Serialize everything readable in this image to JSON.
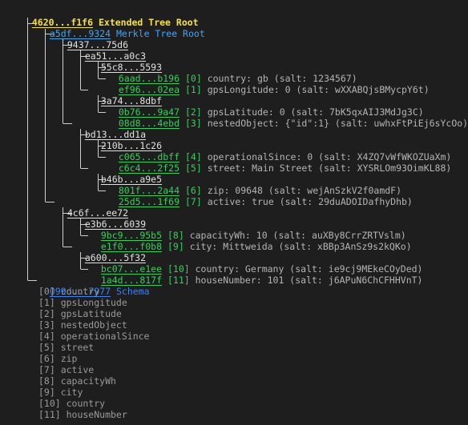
{
  "root": {
    "hash": "4620...f1f6",
    "label": "Extended Tree Root"
  },
  "merkle_root": {
    "hash": "a5df...9324",
    "label": "Merkle Tree Root"
  },
  "nodes": {
    "n9437": "9437...75d6",
    "ea51": "ea51...a0c3",
    "n55c8": "55c8...5593",
    "n3a74": "3a74...8dbf",
    "bd13": "bd13...dd1a",
    "n210b": "210b...1c26",
    "b46b": "b46b...a9e5",
    "n4c6f": "4c6f...ee72",
    "e3b6": "e3b6...6039",
    "a600": "a600...5f32"
  },
  "leaves": [
    {
      "hash": "6aad...b196",
      "index": "[0]",
      "text": "country: gb (salt: 1234567)"
    },
    {
      "hash": "ef96...02ea",
      "index": "[1]",
      "text": "gpsLongitude: 0 (salt: wXXABQjsBMycpY6t)"
    },
    {
      "hash": "0b76...9a47",
      "index": "[2]",
      "text": "gpsLatitude: 0 (salt: 7bK5qxAIJ3MdJg3C)"
    },
    {
      "hash": "08d8...4ebd",
      "index": "[3]",
      "text": "nestedObject: {\"id\":1} (salt: uwhxFtPiEj6sYcOo)"
    },
    {
      "hash": "c065...dbff",
      "index": "[4]",
      "text": "operationalSince: 0 (salt: X4ZQ7vWfWKOZUaXm)"
    },
    {
      "hash": "c6c4...2f25",
      "index": "[5]",
      "text": "street: Main Street (salt: XYSRLOm93OimKL88)"
    },
    {
      "hash": "801f...2a44",
      "index": "[6]",
      "text": "zip: 09648 (salt: wejAnSzkV2f0amdF)"
    },
    {
      "hash": "25d5...1f69",
      "index": "[7]",
      "text": "active: true (salt: 29duADOIDafhyDhb)"
    },
    {
      "hash": "9bc9...95b5",
      "index": "[8]",
      "text": "capacityWh: 10 (salt: auXBy8CrrZRTVslm)"
    },
    {
      "hash": "e1f0...f0b8",
      "index": "[9]",
      "text": "city: Mittweida (salt: xBBp3AnSz9s2kQKo)"
    },
    {
      "hash": "bc07...e1ee",
      "index": "[10]",
      "text": "country: Germany (salt: ie9cj9MEkeCOyDed)"
    },
    {
      "hash": "1a4d...817f",
      "index": "[11]",
      "text": "houseNumber: 101 (salt: j6APuN6ChCFHHVnT)"
    }
  ],
  "schema": {
    "hash": "099d...7977",
    "label": "Schema",
    "items": [
      "[0] country",
      "[1] gpsLongitude",
      "[2] gpsLatitude",
      "[3] nestedObject",
      "[4] operationalSince",
      "[5] street",
      "[6] zip",
      "[7] active",
      "[8] capacityWh",
      "[9] city",
      "[10] country",
      "[11] houseNumber"
    ]
  }
}
